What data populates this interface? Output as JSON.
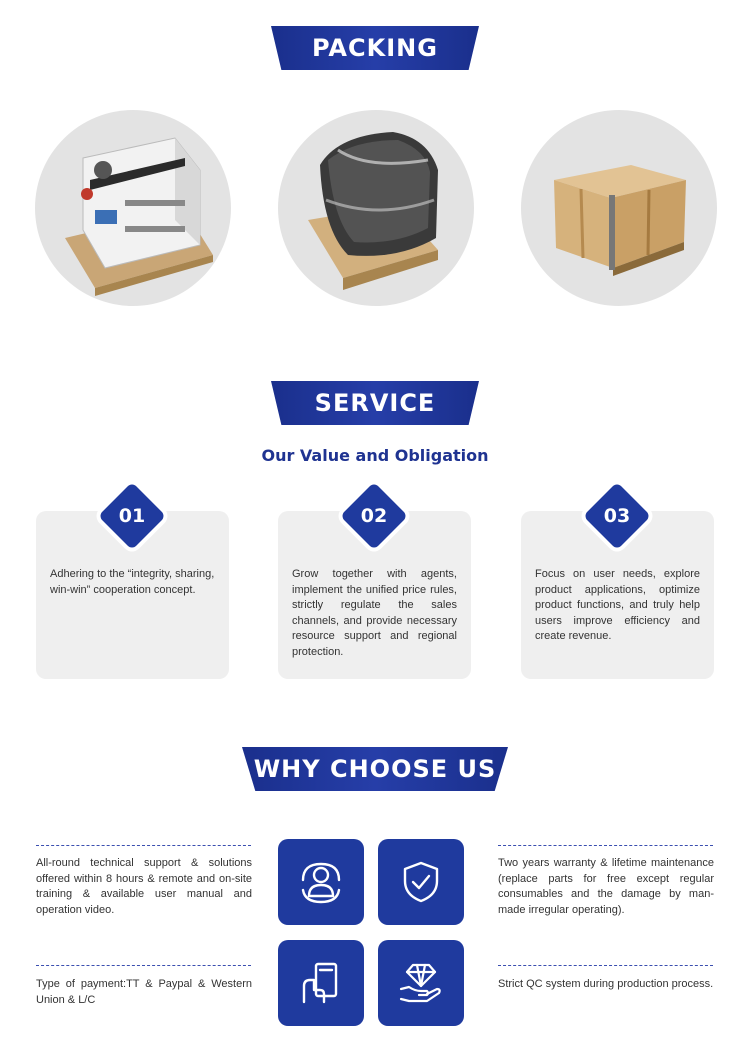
{
  "packing": {
    "title": "PACKING",
    "images": [
      {
        "name": "machine"
      },
      {
        "name": "wrapped-machine"
      },
      {
        "name": "wooden-crate"
      }
    ]
  },
  "service": {
    "title": "SERVICE",
    "subtitle": "Our Value and Obligation",
    "cards": [
      {
        "number": "01",
        "text": "Adhering to the “integrity, sharing, win-win” cooperation concept."
      },
      {
        "number": "02",
        "text": "Grow together with agents, implement the unified price rules, strictly regulate the sales channels, and provide necessary resource support and regional protection."
      },
      {
        "number": "03",
        "text": "Focus on user needs, explore product applications, optimize product functions, and truly help users improve efficiency and create revenue."
      }
    ]
  },
  "why": {
    "title": "WHY CHOOSE US",
    "items": [
      {
        "text": "All-round technical support & solutions offered within 8 hours & remote and on-site training & available user manual and operation video.",
        "icon": "support-person-icon"
      },
      {
        "text": "Two years warranty & lifetime maintenance (replace parts for free except regular consumables and the damage by man-made irregular operating).",
        "icon": "shield-check-icon"
      },
      {
        "text": "Type of payment:TT & Paypal & Western Union & L/C",
        "icon": "card-payment-icon"
      },
      {
        "text": "Strict QC system during production process.",
        "icon": "diamond-hand-icon"
      }
    ]
  },
  "colors": {
    "primary": "#1f3a9e",
    "card_bg": "#efefef",
    "circle_bg": "#e3e3e3"
  }
}
